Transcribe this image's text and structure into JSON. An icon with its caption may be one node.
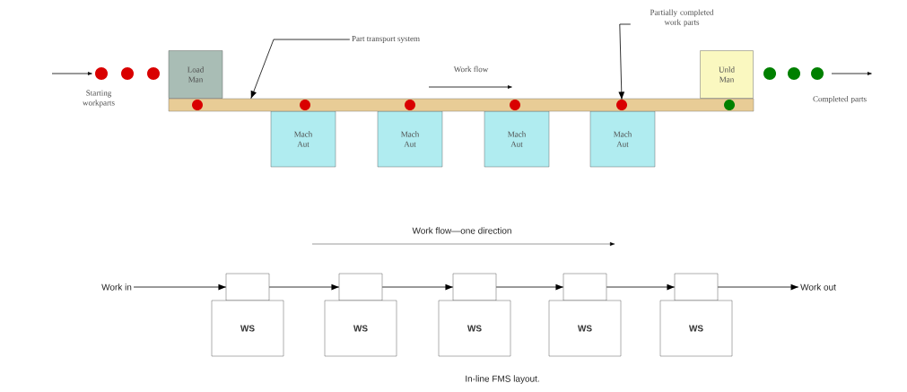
{
  "diagram": {
    "caption": "In-line FMS layout.",
    "nodes": [
      {
        "text": [
          "Load Man"
        ]
      },
      {
        "text": [
          "Mach Aut"
        ]
      },
      {
        "text": [
          "Mach Aut"
        ]
      },
      {
        "text": [
          "Mach Aut"
        ]
      },
      {
        "text": [
          "Mach Aut"
        ]
      },
      {
        "text": [
          "Unld Man"
        ]
      },
      {
        "text": [],
        "shape": "bar"
      },
      {
        "text": [
          "Part transport system"
        ]
      },
      {
        "text": [
          "Partially completed work parts"
        ]
      },
      {
        "text": [],
        "shape": "circle",
        "in": 6
      },
      {
        "text": [],
        "shape": "circle",
        "in": 6
      },
      {
        "text": [],
        "shape": "circle",
        "in": 6
      },
      {
        "text": [],
        "shape": "circle",
        "in": 6
      },
      {
        "text": [],
        "shape": "circle",
        "in": 6
      },
      {
        "text": [],
        "shape": "circle",
        "in": 6
      },
      {
        "text": [
          "Work in"
        ]
      },
      {
        "text": [],
        "shape": "box"
      },
      {
        "text": [
          "WS"
        ]
      },
      {
        "text": [],
        "shape": "box"
      },
      {
        "text": [
          "WS"
        ]
      },
      {
        "text": [],
        "shape": "box"
      },
      {
        "text": [
          "WS"
        ]
      },
      {
        "text": [],
        "shape": "box"
      },
      {
        "text": [
          "WS"
        ]
      },
      {
        "text": [],
        "shape": "box"
      },
      {
        "text": [
          "WS"
        ]
      },
      {
        "text": [
          "Work out"
        ]
      }
    ],
    "edges": [
      {
        "from": 7,
        "to": 6,
        "arrow": "to"
      },
      {
        "from": 8,
        "to": 13,
        "arrow": "to"
      },
      {
        "from": 15,
        "to": 16,
        "arrow": "to"
      },
      {
        "from": 16,
        "to": 18,
        "arrow": "to"
      },
      {
        "from": 18,
        "to": 20,
        "arrow": "to"
      },
      {
        "from": 20,
        "to": 22,
        "arrow": "to"
      },
      {
        "from": 22,
        "to": 24,
        "arrow": "to"
      },
      {
        "from": 24,
        "to": 26,
        "arrow": "to"
      }
    ],
    "labels": [
      "Starting workparts",
      "Work flow",
      "Completed parts",
      "Work flow—one direction"
    ]
  }
}
